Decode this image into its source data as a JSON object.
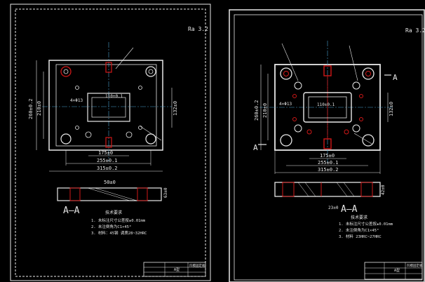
{
  "sheet_left": {
    "roughness": "Ra 3.2",
    "dims": {
      "w_inner": "175±0",
      "w_mid": "255±0.1",
      "w_outer": "315±0.2",
      "h_outer": "260±0.2",
      "h_inner": "210±0",
      "h_right": "132±0",
      "top_dim": "50±0",
      "note_dim": "4×Φ13",
      "section_dim": "63±0",
      "pocket_dim": "110±0.1"
    },
    "section_label": "A—A",
    "notes": [
      "技术要求",
      "1. 未标注尺寸公差按±0.01mm",
      "2. 未注倒角为C1×45°",
      "3. 材料：45钢 调质28~32HRC"
    ]
  },
  "sheet_right": {
    "roughness": "Ra 3.2",
    "dims": {
      "w_inner": "175±0",
      "w_mid": "255±0.1",
      "w_outer": "315±0.2",
      "h_outer": "260±0.2",
      "h_inner": "210±0",
      "h_right": "132±0",
      "pocket_dim": "110±0.1",
      "left_marks": "4×Φ13",
      "small_dim": "42±0",
      "depth_dim": "23±0"
    },
    "section_label": "A—A",
    "cut_label_left": "A",
    "cut_label_right": "A",
    "notes": [
      "技术要求",
      "1. 未标注尺寸公差按±0.01mm",
      "2. 未注倒角为C1×45°",
      "3. 材料 23HRC~27HRC"
    ]
  },
  "title_block": {
    "label_a": "A型",
    "label_b": "凹模固定板"
  },
  "colors": {
    "line": "#e8e8e8",
    "accent": "#d01818",
    "center": "#4aa0d0",
    "background": "#000000"
  }
}
